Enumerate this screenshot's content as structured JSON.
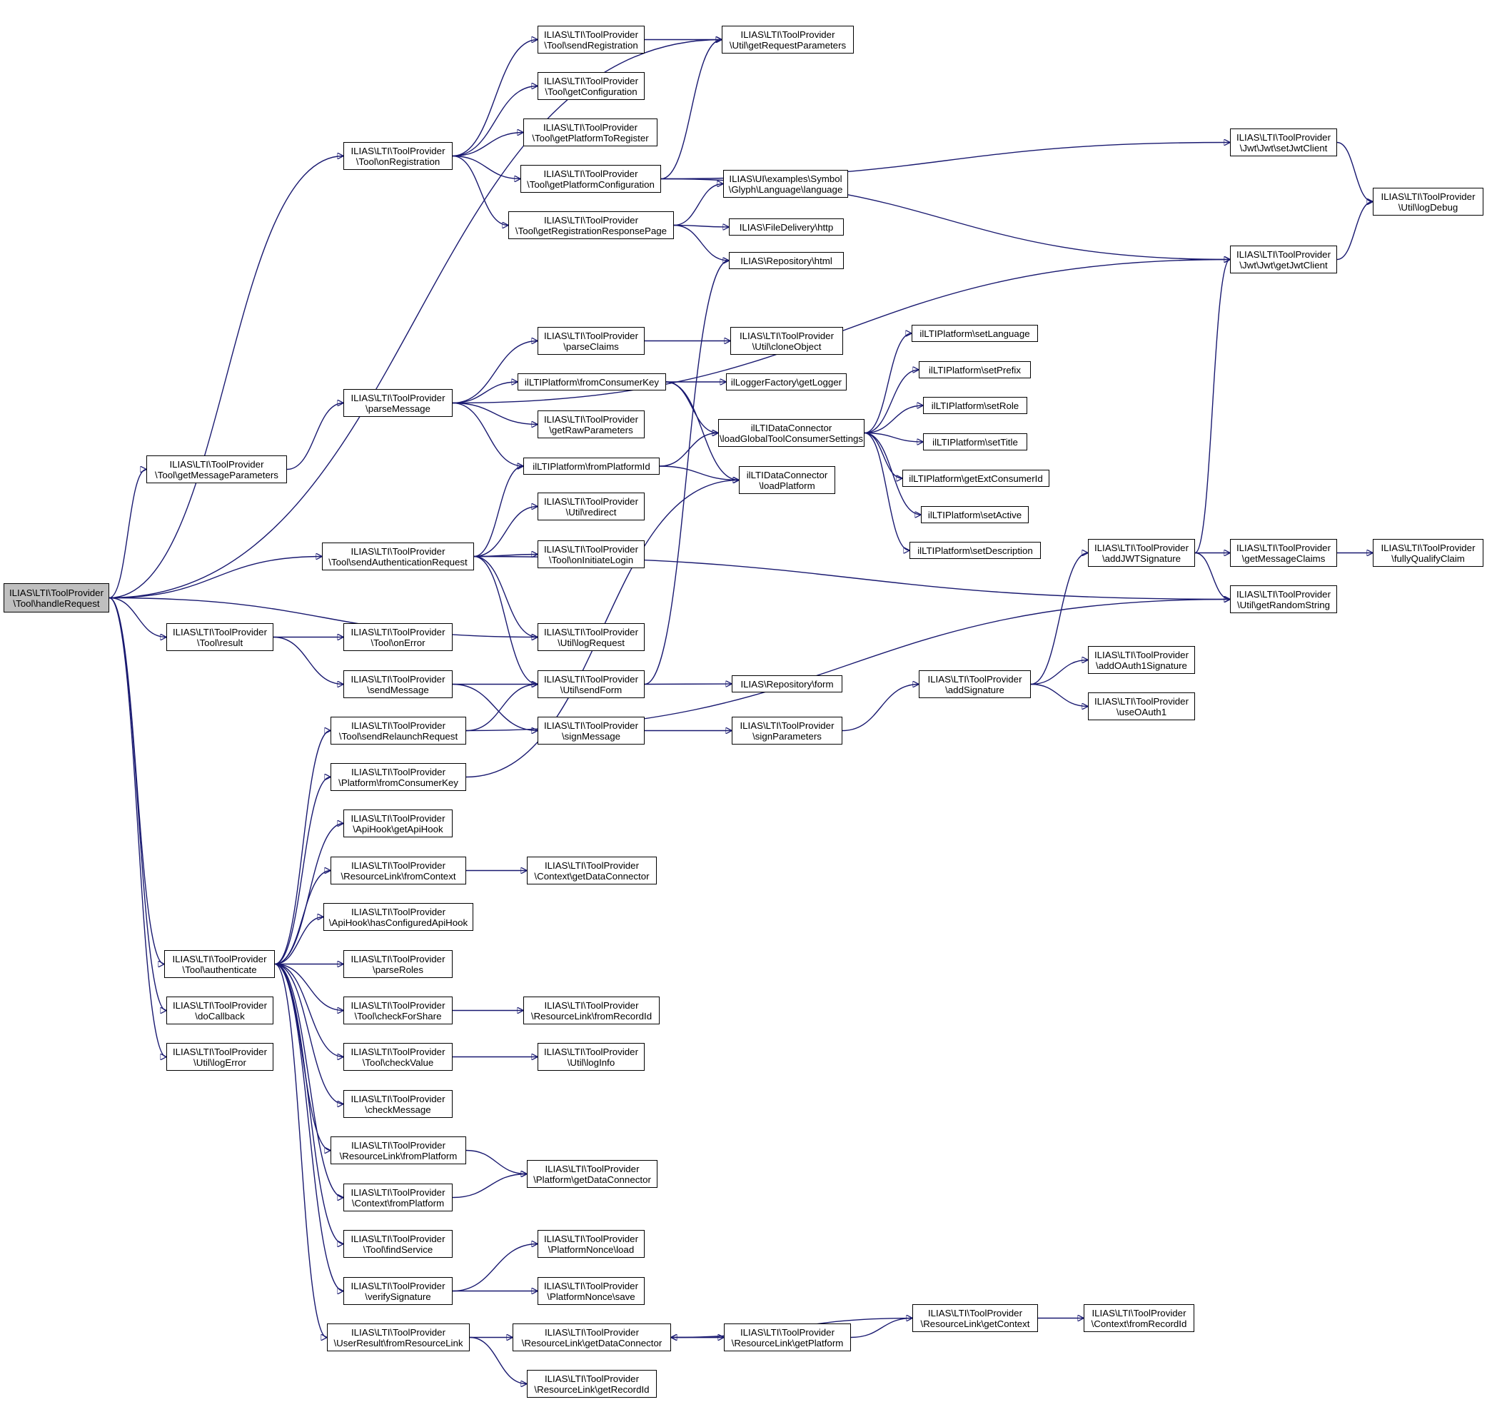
{
  "diagram": {
    "colors": {
      "edge": "#191970",
      "node_border": "#000000",
      "root_fill": "#bfbfbf",
      "node_fill": "#ffffff"
    },
    "nodes": [
      {
        "id": "n0",
        "lines": [
          "ILIAS\\LTI\\ToolProvider",
          "\\Tool\\handleRequest"
        ],
        "root": true
      },
      {
        "id": "n1",
        "lines": [
          "ILIAS\\LTI\\ToolProvider",
          "\\Tool\\sendRegistration"
        ]
      },
      {
        "id": "n2",
        "lines": [
          "ILIAS\\LTI\\ToolProvider",
          "\\Util\\getRequestParameters"
        ]
      },
      {
        "id": "n3",
        "lines": [
          "ILIAS\\LTI\\ToolProvider",
          "\\Tool\\getConfiguration"
        ]
      },
      {
        "id": "n4",
        "lines": [
          "ILIAS\\LTI\\ToolProvider",
          "\\Tool\\getPlatformToRegister"
        ]
      },
      {
        "id": "n5",
        "lines": [
          "ILIAS\\LTI\\ToolProvider",
          "\\Tool\\onRegistration"
        ]
      },
      {
        "id": "n6",
        "lines": [
          "ILIAS\\LTI\\ToolProvider",
          "\\Tool\\getPlatformConfiguration"
        ]
      },
      {
        "id": "n7",
        "lines": [
          "ILIAS\\LTI\\ToolProvider",
          "\\Jwt\\Jwt\\setJwtClient"
        ]
      },
      {
        "id": "n8",
        "lines": [
          "ILIAS\\LTI\\ToolProvider",
          "\\Util\\logDebug"
        ]
      },
      {
        "id": "n9",
        "lines": [
          "ILIAS\\UI\\examples\\Symbol",
          "\\Glyph\\Language\\language"
        ]
      },
      {
        "id": "n10",
        "lines": [
          "ILIAS\\LTI\\ToolProvider",
          "\\Tool\\getRegistrationResponsePage"
        ]
      },
      {
        "id": "n11",
        "lines": [
          "ILIAS\\FileDelivery\\http"
        ]
      },
      {
        "id": "n12",
        "lines": [
          "ILIAS\\LTI\\ToolProvider",
          "\\Jwt\\Jwt\\getJwtClient"
        ]
      },
      {
        "id": "n13",
        "lines": [
          "ILIAS\\Repository\\html"
        ]
      },
      {
        "id": "n14",
        "lines": [
          "ILIAS\\LTI\\ToolProvider",
          "\\parseClaims"
        ]
      },
      {
        "id": "n15",
        "lines": [
          "ILIAS\\LTI\\ToolProvider",
          "\\Util\\cloneObject"
        ]
      },
      {
        "id": "n16",
        "lines": [
          "ilLTIPlatform\\setLanguage"
        ]
      },
      {
        "id": "n17",
        "lines": [
          "ilLTIPlatform\\fromConsumerKey"
        ]
      },
      {
        "id": "n18",
        "lines": [
          "ilLoggerFactory\\getLogger"
        ]
      },
      {
        "id": "n19",
        "lines": [
          "ilLTIPlatform\\setPrefix"
        ]
      },
      {
        "id": "n20",
        "lines": [
          "ILIAS\\LTI\\ToolProvider",
          "\\parseMessage"
        ]
      },
      {
        "id": "n21",
        "lines": [
          "ILIAS\\LTI\\ToolProvider",
          "\\getRawParameters"
        ]
      },
      {
        "id": "n22",
        "lines": [
          "ilLTIDataConnector",
          "\\loadGlobalToolConsumerSettings"
        ]
      },
      {
        "id": "n23",
        "lines": [
          "ilLTIPlatform\\setRole"
        ]
      },
      {
        "id": "n24",
        "lines": [
          "ilLTIPlatform\\setTitle"
        ]
      },
      {
        "id": "n25",
        "lines": [
          "ILIAS\\LTI\\ToolProvider",
          "\\Tool\\getMessageParameters"
        ]
      },
      {
        "id": "n26",
        "lines": [
          "ilLTIPlatform\\fromPlatformId"
        ]
      },
      {
        "id": "n27",
        "lines": [
          "ilLTIDataConnector",
          "\\loadPlatform"
        ]
      },
      {
        "id": "n28",
        "lines": [
          "ilLTIPlatform\\getExtConsumerId"
        ]
      },
      {
        "id": "n29",
        "lines": [
          "ILIAS\\LTI\\ToolProvider",
          "\\Util\\redirect"
        ]
      },
      {
        "id": "n30",
        "lines": [
          "ilLTIPlatform\\setActive"
        ]
      },
      {
        "id": "n31",
        "lines": [
          "ILIAS\\LTI\\ToolProvider",
          "\\Tool\\sendAuthenticationRequest"
        ]
      },
      {
        "id": "n32",
        "lines": [
          "ILIAS\\LTI\\ToolProvider",
          "\\Tool\\onInitiateLogin"
        ]
      },
      {
        "id": "n33",
        "lines": [
          "ilLTIPlatform\\setDescription"
        ]
      },
      {
        "id": "n34",
        "lines": [
          "ILIAS\\LTI\\ToolProvider",
          "\\addJWTSignature"
        ]
      },
      {
        "id": "n35",
        "lines": [
          "ILIAS\\LTI\\ToolProvider",
          "\\getMessageClaims"
        ]
      },
      {
        "id": "n36",
        "lines": [
          "ILIAS\\LTI\\ToolProvider",
          "\\fullyQualifyClaim"
        ]
      },
      {
        "id": "n37",
        "lines": [
          "ILIAS\\LTI\\ToolProvider",
          "\\Util\\getRandomString"
        ]
      },
      {
        "id": "n38",
        "lines": [
          "ILIAS\\LTI\\ToolProvider",
          "\\Tool\\result"
        ]
      },
      {
        "id": "n39",
        "lines": [
          "ILIAS\\LTI\\ToolProvider",
          "\\Tool\\onError"
        ]
      },
      {
        "id": "n40",
        "lines": [
          "ILIAS\\LTI\\ToolProvider",
          "\\Util\\logRequest"
        ]
      },
      {
        "id": "n41",
        "lines": [
          "ILIAS\\LTI\\ToolProvider",
          "\\addOAuth1Signature"
        ]
      },
      {
        "id": "n42",
        "lines": [
          "ILIAS\\LTI\\ToolProvider",
          "\\sendMessage"
        ]
      },
      {
        "id": "n43",
        "lines": [
          "ILIAS\\LTI\\ToolProvider",
          "\\Util\\sendForm"
        ]
      },
      {
        "id": "n44",
        "lines": [
          "ILIAS\\Repository\\form"
        ]
      },
      {
        "id": "n45",
        "lines": [
          "ILIAS\\LTI\\ToolProvider",
          "\\addSignature"
        ]
      },
      {
        "id": "n46",
        "lines": [
          "ILIAS\\LTI\\ToolProvider",
          "\\useOAuth1"
        ]
      },
      {
        "id": "n47",
        "lines": [
          "ILIAS\\LTI\\ToolProvider",
          "\\Tool\\sendRelaunchRequest"
        ]
      },
      {
        "id": "n48",
        "lines": [
          "ILIAS\\LTI\\ToolProvider",
          "\\signMessage"
        ]
      },
      {
        "id": "n49",
        "lines": [
          "ILIAS\\LTI\\ToolProvider",
          "\\signParameters"
        ]
      },
      {
        "id": "n50",
        "lines": [
          "ILIAS\\LTI\\ToolProvider",
          "\\Platform\\fromConsumerKey"
        ]
      },
      {
        "id": "n51",
        "lines": [
          "ILIAS\\LTI\\ToolProvider",
          "\\ApiHook\\getApiHook"
        ]
      },
      {
        "id": "n52",
        "lines": [
          "ILIAS\\LTI\\ToolProvider",
          "\\ResourceLink\\fromContext"
        ]
      },
      {
        "id": "n53",
        "lines": [
          "ILIAS\\LTI\\ToolProvider",
          "\\Context\\getDataConnector"
        ]
      },
      {
        "id": "n54",
        "lines": [
          "ILIAS\\LTI\\ToolProvider",
          "\\ApiHook\\hasConfiguredApiHook"
        ]
      },
      {
        "id": "n55",
        "lines": [
          "ILIAS\\LTI\\ToolProvider",
          "\\Tool\\authenticate"
        ]
      },
      {
        "id": "n56",
        "lines": [
          "ILIAS\\LTI\\ToolProvider",
          "\\parseRoles"
        ]
      },
      {
        "id": "n57",
        "lines": [
          "ILIAS\\LTI\\ToolProvider",
          "\\doCallback"
        ]
      },
      {
        "id": "n58",
        "lines": [
          "ILIAS\\LTI\\ToolProvider",
          "\\Tool\\checkForShare"
        ]
      },
      {
        "id": "n59",
        "lines": [
          "ILIAS\\LTI\\ToolProvider",
          "\\ResourceLink\\fromRecordId"
        ]
      },
      {
        "id": "n60",
        "lines": [
          "ILIAS\\LTI\\ToolProvider",
          "\\Util\\logError"
        ]
      },
      {
        "id": "n61",
        "lines": [
          "ILIAS\\LTI\\ToolProvider",
          "\\Tool\\checkValue"
        ]
      },
      {
        "id": "n62",
        "lines": [
          "ILIAS\\LTI\\ToolProvider",
          "\\Util\\logInfo"
        ]
      },
      {
        "id": "n63",
        "lines": [
          "ILIAS\\LTI\\ToolProvider",
          "\\checkMessage"
        ]
      },
      {
        "id": "n64",
        "lines": [
          "ILIAS\\LTI\\ToolProvider",
          "\\ResourceLink\\fromPlatform"
        ]
      },
      {
        "id": "n65",
        "lines": [
          "ILIAS\\LTI\\ToolProvider",
          "\\Platform\\getDataConnector"
        ]
      },
      {
        "id": "n66",
        "lines": [
          "ILIAS\\LTI\\ToolProvider",
          "\\Context\\fromPlatform"
        ]
      },
      {
        "id": "n67",
        "lines": [
          "ILIAS\\LTI\\ToolProvider",
          "\\Tool\\findService"
        ]
      },
      {
        "id": "n68",
        "lines": [
          "ILIAS\\LTI\\ToolProvider",
          "\\PlatformNonce\\load"
        ]
      },
      {
        "id": "n69",
        "lines": [
          "ILIAS\\LTI\\ToolProvider",
          "\\verifySignature"
        ]
      },
      {
        "id": "n70",
        "lines": [
          "ILIAS\\LTI\\ToolProvider",
          "\\PlatformNonce\\save"
        ]
      },
      {
        "id": "n71",
        "lines": [
          "ILIAS\\LTI\\ToolProvider",
          "\\ResourceLink\\getContext"
        ]
      },
      {
        "id": "n72",
        "lines": [
          "ILIAS\\LTI\\ToolProvider",
          "\\Context\\fromRecordId"
        ]
      },
      {
        "id": "n73",
        "lines": [
          "ILIAS\\LTI\\ToolProvider",
          "\\UserResult\\fromResourceLink"
        ]
      },
      {
        "id": "n74",
        "lines": [
          "ILIAS\\LTI\\ToolProvider",
          "\\ResourceLink\\getDataConnector"
        ]
      },
      {
        "id": "n75",
        "lines": [
          "ILIAS\\LTI\\ToolProvider",
          "\\ResourceLink\\getPlatform"
        ]
      },
      {
        "id": "n76",
        "lines": [
          "ILIAS\\LTI\\ToolProvider",
          "\\ResourceLink\\getRecordId"
        ]
      }
    ],
    "edges": [
      [
        "n0",
        "n2"
      ],
      [
        "n0",
        "n5"
      ],
      [
        "n0",
        "n25"
      ],
      [
        "n0",
        "n31"
      ],
      [
        "n0",
        "n40"
      ],
      [
        "n0",
        "n38"
      ],
      [
        "n0",
        "n55"
      ],
      [
        "n0",
        "n57"
      ],
      [
        "n0",
        "n60"
      ],
      [
        "n5",
        "n1"
      ],
      [
        "n5",
        "n3"
      ],
      [
        "n5",
        "n4"
      ],
      [
        "n5",
        "n6"
      ],
      [
        "n5",
        "n10"
      ],
      [
        "n1",
        "n2"
      ],
      [
        "n6",
        "n2"
      ],
      [
        "n6",
        "n7"
      ],
      [
        "n6",
        "n12"
      ],
      [
        "n7",
        "n8"
      ],
      [
        "n12",
        "n8"
      ],
      [
        "n10",
        "n9"
      ],
      [
        "n10",
        "n11"
      ],
      [
        "n10",
        "n13"
      ],
      [
        "n25",
        "n20"
      ],
      [
        "n20",
        "n14"
      ],
      [
        "n20",
        "n17"
      ],
      [
        "n20",
        "n21"
      ],
      [
        "n20",
        "n26"
      ],
      [
        "n20",
        "n12"
      ],
      [
        "n14",
        "n15"
      ],
      [
        "n17",
        "n18"
      ],
      [
        "n17",
        "n22"
      ],
      [
        "n17",
        "n27"
      ],
      [
        "n22",
        "n16"
      ],
      [
        "n22",
        "n19"
      ],
      [
        "n22",
        "n23"
      ],
      [
        "n22",
        "n24"
      ],
      [
        "n22",
        "n28"
      ],
      [
        "n22",
        "n30"
      ],
      [
        "n22",
        "n33"
      ],
      [
        "n26",
        "n22"
      ],
      [
        "n26",
        "n27"
      ],
      [
        "n31",
        "n26"
      ],
      [
        "n31",
        "n29"
      ],
      [
        "n31",
        "n32"
      ],
      [
        "n31",
        "n40"
      ],
      [
        "n31",
        "n43"
      ],
      [
        "n31",
        "n37"
      ],
      [
        "n38",
        "n39"
      ],
      [
        "n38",
        "n42"
      ],
      [
        "n42",
        "n43"
      ],
      [
        "n42",
        "n48"
      ],
      [
        "n43",
        "n13"
      ],
      [
        "n43",
        "n44"
      ],
      [
        "n48",
        "n49"
      ],
      [
        "n49",
        "n45"
      ],
      [
        "n45",
        "n34"
      ],
      [
        "n45",
        "n41"
      ],
      [
        "n45",
        "n46"
      ],
      [
        "n34",
        "n12"
      ],
      [
        "n34",
        "n35"
      ],
      [
        "n34",
        "n37"
      ],
      [
        "n35",
        "n36"
      ],
      [
        "n47",
        "n43"
      ],
      [
        "n47",
        "n37"
      ],
      [
        "n50",
        "n27"
      ],
      [
        "n55",
        "n47"
      ],
      [
        "n55",
        "n50"
      ],
      [
        "n55",
        "n51"
      ],
      [
        "n55",
        "n52"
      ],
      [
        "n55",
        "n54"
      ],
      [
        "n55",
        "n56"
      ],
      [
        "n55",
        "n58"
      ],
      [
        "n55",
        "n61"
      ],
      [
        "n55",
        "n63"
      ],
      [
        "n55",
        "n64"
      ],
      [
        "n55",
        "n66"
      ],
      [
        "n55",
        "n67"
      ],
      [
        "n55",
        "n69"
      ],
      [
        "n55",
        "n73"
      ],
      [
        "n52",
        "n53"
      ],
      [
        "n58",
        "n59"
      ],
      [
        "n61",
        "n62"
      ],
      [
        "n64",
        "n65"
      ],
      [
        "n66",
        "n65"
      ],
      [
        "n69",
        "n68"
      ],
      [
        "n69",
        "n70"
      ],
      [
        "n73",
        "n74"
      ],
      [
        "n73",
        "n76"
      ],
      [
        "n74",
        "n75"
      ],
      [
        "n75",
        "n74"
      ],
      [
        "n75",
        "n71"
      ],
      [
        "n71",
        "n74"
      ],
      [
        "n71",
        "n72"
      ]
    ]
  }
}
